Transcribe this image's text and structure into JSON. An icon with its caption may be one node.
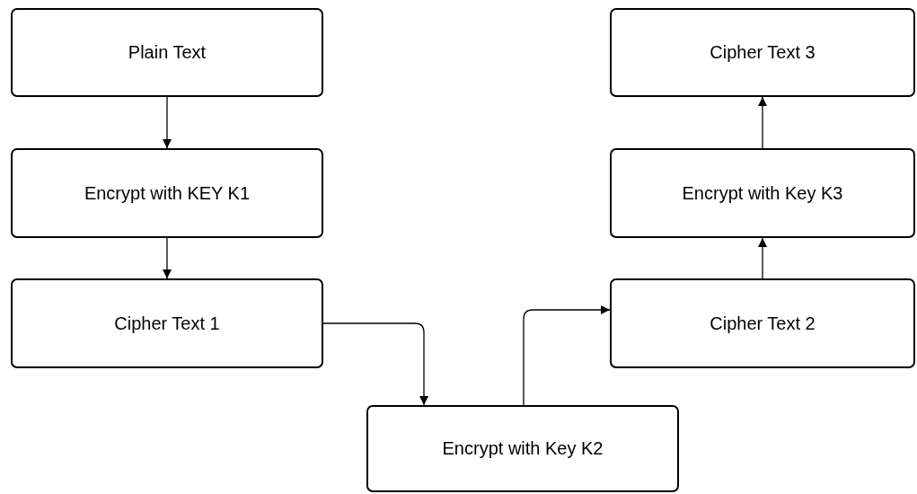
{
  "diagram": {
    "nodes": [
      {
        "text": [
          "Plain Text"
        ]
      },
      {
        "text": [
          "Encrypt with KEY K1"
        ]
      },
      {
        "text": [
          "Cipher Text 1"
        ]
      },
      {
        "text": [
          "Encrypt with Key K2"
        ]
      },
      {
        "text": [
          "Cipher Text 2"
        ]
      },
      {
        "text": [
          "Encrypt with Key K3"
        ]
      },
      {
        "text": [
          "Cipher Text 3"
        ]
      }
    ],
    "edges": [
      {
        "from": 0,
        "to": 1,
        "arrow": "to"
      },
      {
        "from": 1,
        "to": 2,
        "arrow": "to"
      },
      {
        "from": 2,
        "to": 3,
        "arrow": "to"
      },
      {
        "from": 3,
        "to": 4,
        "arrow": "to"
      },
      {
        "from": 4,
        "to": 5,
        "arrow": "to"
      },
      {
        "from": 5,
        "to": 6,
        "arrow": "to"
      }
    ]
  }
}
